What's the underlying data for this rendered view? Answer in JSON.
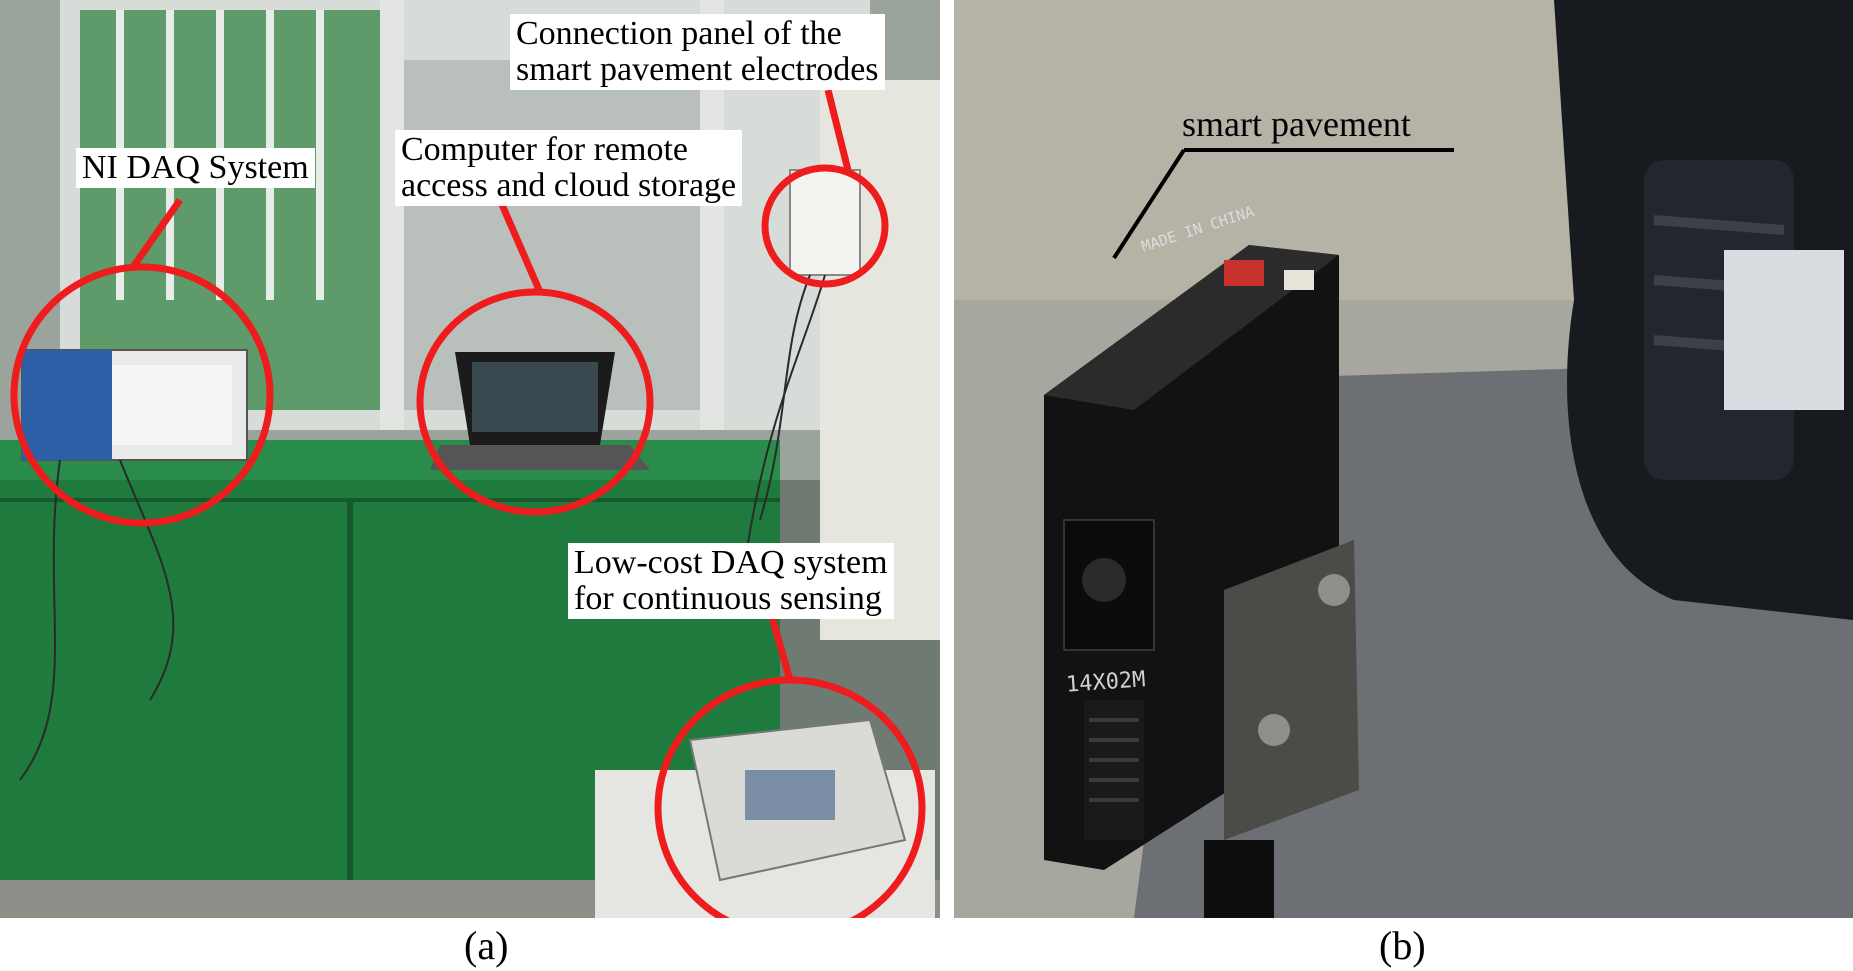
{
  "panel_a": {
    "caption": "(a)",
    "labels": {
      "ni_daq": "NI DAQ System",
      "computer_line1": "Computer for remote",
      "computer_line2": "access and cloud storage",
      "connection_line1": "Connection panel of the",
      "connection_line2": "smart pavement electrodes",
      "lowcost_line1": "Low-cost DAQ system",
      "lowcost_line2": "for continuous sensing"
    },
    "highlight_color": "#ee1c1c"
  },
  "panel_b": {
    "caption": "(b)",
    "label": "smart pavement",
    "device_markings": {
      "model": "14X02M",
      "made_in": "MADE IN CHINA"
    }
  },
  "colors": {
    "cabinet_green": "#1f7a3e",
    "window_frame": "#d8dcd8",
    "red_ring": "#ee1c1c"
  }
}
